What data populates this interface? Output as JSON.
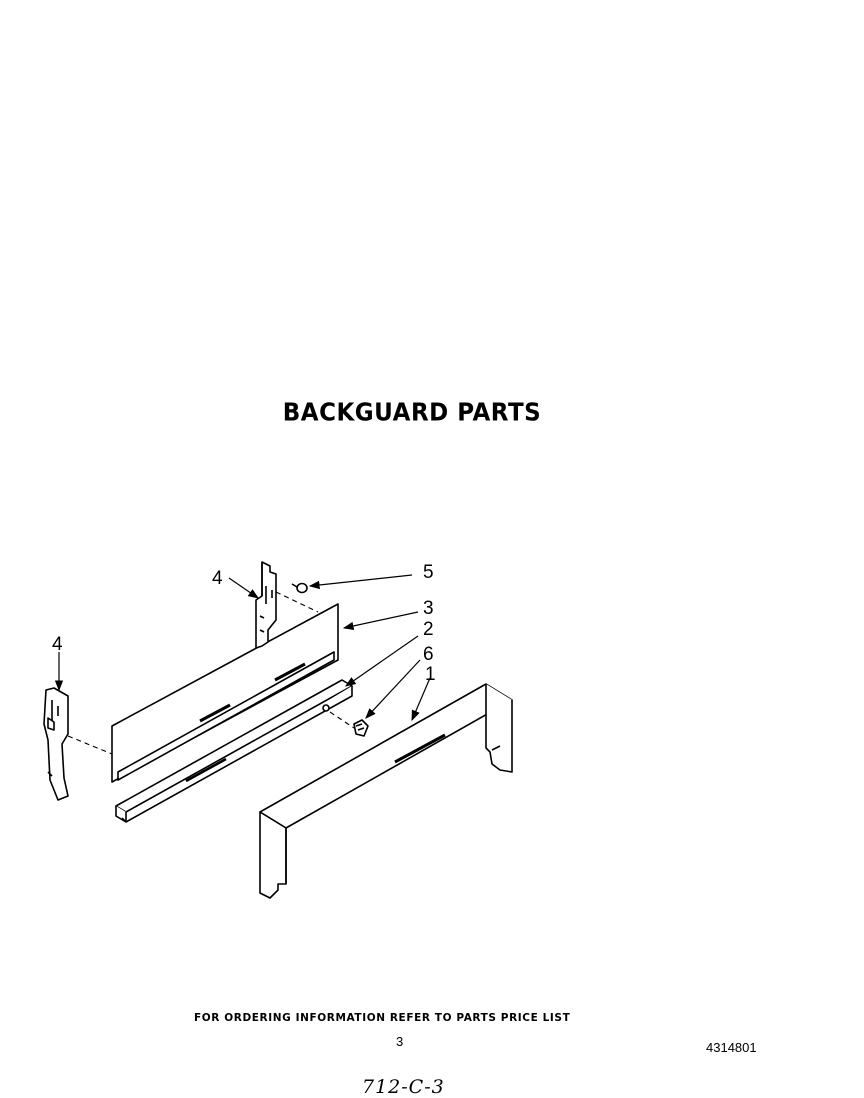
{
  "title": "BACKGUARD PARTS",
  "callouts": {
    "c1": "1",
    "c2": "2",
    "c3": "3",
    "c4_upper": "4",
    "c4_left": "4",
    "c5": "5",
    "c6": "6"
  },
  "footer": {
    "ordering_note": "FOR ORDERING INFORMATION REFER TO PARTS PRICE LIST",
    "page_number": "3",
    "part_code": "4314801",
    "handwritten_code": "712-C-3"
  }
}
